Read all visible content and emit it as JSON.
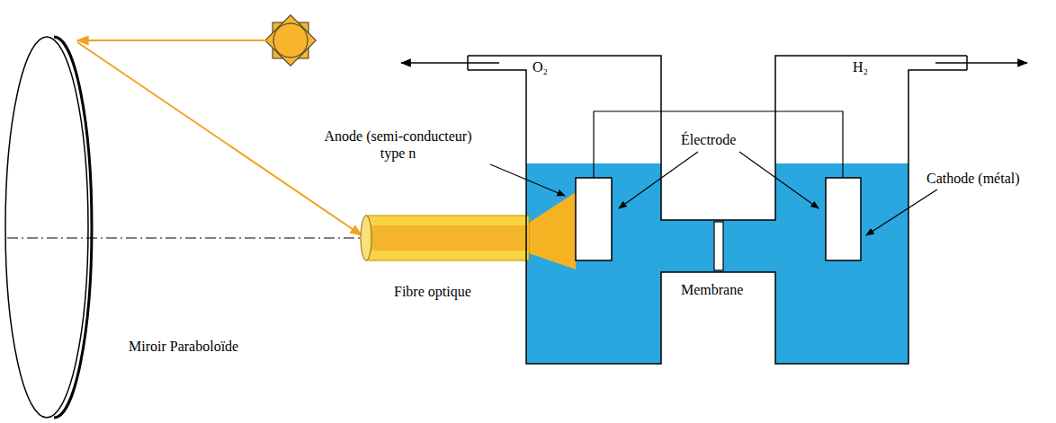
{
  "diagram": {
    "labels": [
      "O₂",
      "H₂",
      "Anode (semi-conducteur) type n",
      "Électrode",
      "Cathode (métal)",
      "Fibre optique",
      "Membrane",
      "Miroir Paraboloïde"
    ]
  }
}
